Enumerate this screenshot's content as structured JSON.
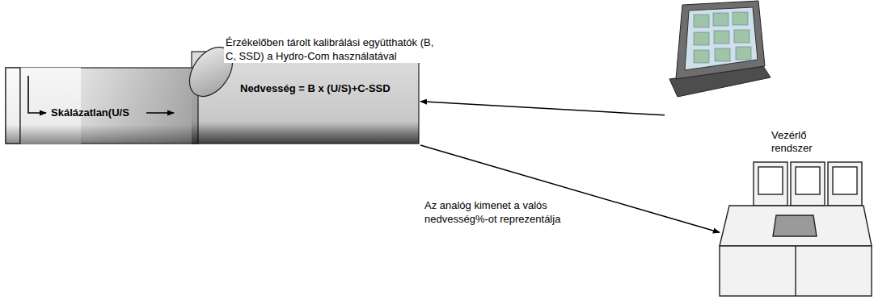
{
  "diagram": {
    "nodes": [
      {
        "text": [
          "Nedvesség = B x (U/S)+C-SSD",
          "Skálázatlan(U/S"
        ]
      },
      {
        "text": []
      },
      {
        "text": [
          "Vezérlő rendszer"
        ]
      }
    ],
    "edges": [
      {
        "from": 1,
        "to": 0,
        "arrow": "to",
        "label": "Érzékelőben tárolt kalibrálási együtthatók (B, C, SSD) a Hydro-Com használatával"
      },
      {
        "from": 0,
        "to": 2,
        "arrow": "to",
        "label": "Az analóg kimenet a valós nedvesség%-ot reprezentálja"
      }
    ]
  }
}
